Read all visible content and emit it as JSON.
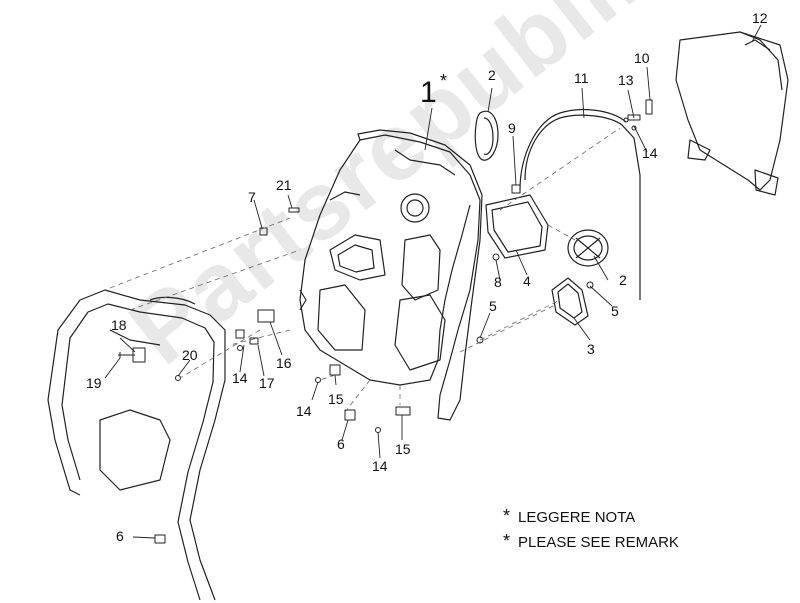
{
  "diagram": {
    "callouts": [
      {
        "id": "c1",
        "text": "1"
      },
      {
        "id": "c1star",
        "text": "*"
      },
      {
        "id": "c2a",
        "text": "2"
      },
      {
        "id": "c2b",
        "text": "2"
      },
      {
        "id": "c3",
        "text": "3"
      },
      {
        "id": "c4",
        "text": "4"
      },
      {
        "id": "c5a",
        "text": "5"
      },
      {
        "id": "c5b",
        "text": "5"
      },
      {
        "id": "c6a",
        "text": "6"
      },
      {
        "id": "c6b",
        "text": "6"
      },
      {
        "id": "c7",
        "text": "7"
      },
      {
        "id": "c8",
        "text": "8"
      },
      {
        "id": "c9",
        "text": "9"
      },
      {
        "id": "c10",
        "text": "10"
      },
      {
        "id": "c11",
        "text": "11"
      },
      {
        "id": "c12",
        "text": "12"
      },
      {
        "id": "c13",
        "text": "13"
      },
      {
        "id": "c14a",
        "text": "14"
      },
      {
        "id": "c14b",
        "text": "14"
      },
      {
        "id": "c14c",
        "text": "14"
      },
      {
        "id": "c14d",
        "text": "14"
      },
      {
        "id": "c15a",
        "text": "15"
      },
      {
        "id": "c15b",
        "text": "15"
      },
      {
        "id": "c16",
        "text": "16"
      },
      {
        "id": "c17",
        "text": "17"
      },
      {
        "id": "c18",
        "text": "18"
      },
      {
        "id": "c19",
        "text": "19"
      },
      {
        "id": "c20",
        "text": "20"
      },
      {
        "id": "c21",
        "text": "21"
      }
    ],
    "notes": [
      {
        "star": "*",
        "text": "LEGGERE NOTA"
      },
      {
        "star": "*",
        "text": "PLEASE SEE REMARK"
      }
    ],
    "watermark": "Partsrepublik",
    "colors": {
      "line": "#222222",
      "dash": "#666666",
      "watermark": "#969696"
    }
  }
}
